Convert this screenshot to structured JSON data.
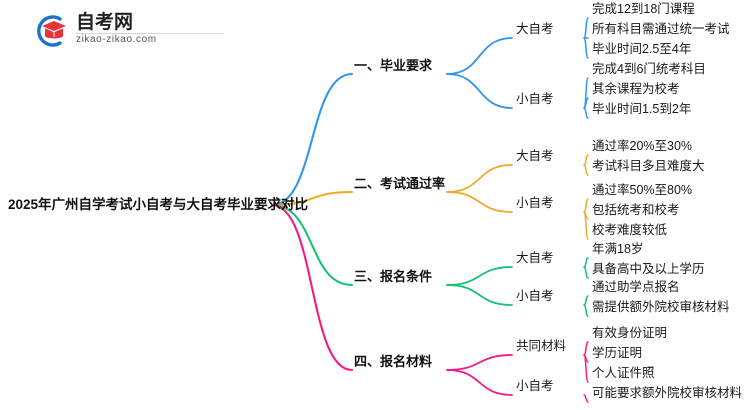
{
  "logo": {
    "name_cn": "自考网",
    "url": "zikao-zikao.com",
    "mark_icon": "graduation-cap-icon",
    "arc_color": "#1a73c8",
    "cap_color": "#e8333a"
  },
  "mindmap": {
    "root": {
      "label": "2025年广州自学考试小自考与大自考毕业要求对比"
    },
    "branches": [
      {
        "label": "一、毕业要求",
        "color": "#2f96eb",
        "groups": [
          {
            "label": "大自考",
            "leaves": [
              "完成12到18门课程",
              "所有科目需通过统一考试",
              "毕业时间2.5至4年"
            ]
          },
          {
            "label": "小自考",
            "leaves": [
              "完成4到6门统考科目",
              "其余课程为校考",
              "毕业时间1.5到2年"
            ]
          }
        ]
      },
      {
        "label": "二、考试通过率",
        "color": "#eeab2d",
        "groups": [
          {
            "label": "大自考",
            "leaves": [
              "通过率20%至30%",
              "考试科目多且难度大"
            ]
          },
          {
            "label": "小自考",
            "leaves": [
              "通过率50%至80%",
              "包括统考和校考",
              "校考难度较低"
            ]
          }
        ]
      },
      {
        "label": "三、报名条件",
        "color": "#14c177",
        "groups": [
          {
            "label": "大自考",
            "leaves": [
              "年满18岁",
              "具备高中及以上学历"
            ]
          },
          {
            "label": "小自考",
            "leaves": [
              "通过助学点报名",
              "需提供额外院校审核材料"
            ]
          }
        ]
      },
      {
        "label": "四、报名材料",
        "color": "#f51a82",
        "groups": [
          {
            "label": "共同材料",
            "leaves": [
              "有效身份证明",
              "学历证明",
              "个人证件照"
            ]
          },
          {
            "label": "小自考",
            "leaves": [
              "可能要求额外院校审核材料"
            ]
          }
        ]
      }
    ]
  }
}
